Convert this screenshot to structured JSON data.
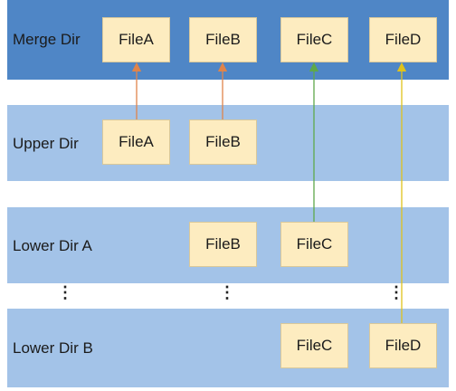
{
  "layers": {
    "merge": {
      "label": "Merge Dir",
      "files": [
        "FileA",
        "FileB",
        "FileC",
        "FileD"
      ]
    },
    "upper": {
      "label": "Upper Dir",
      "files": [
        "FileA",
        "FileB"
      ]
    },
    "lowerA": {
      "label": "Lower Dir A",
      "files": [
        "FileB",
        "FileC"
      ]
    },
    "lowerB": {
      "label": "Lower Dir B",
      "files": [
        "FileC",
        "FileD"
      ]
    }
  },
  "ellipsis": "⋮",
  "colors": {
    "merge_bg": "#4f86c6",
    "layer_bg": "#a3c3e8",
    "file_bg": "#fdecc0",
    "arrow_upper": "#e0844a",
    "arrow_lowerA": "#5fa84a",
    "arrow_lowerB": "#e0c21a"
  }
}
